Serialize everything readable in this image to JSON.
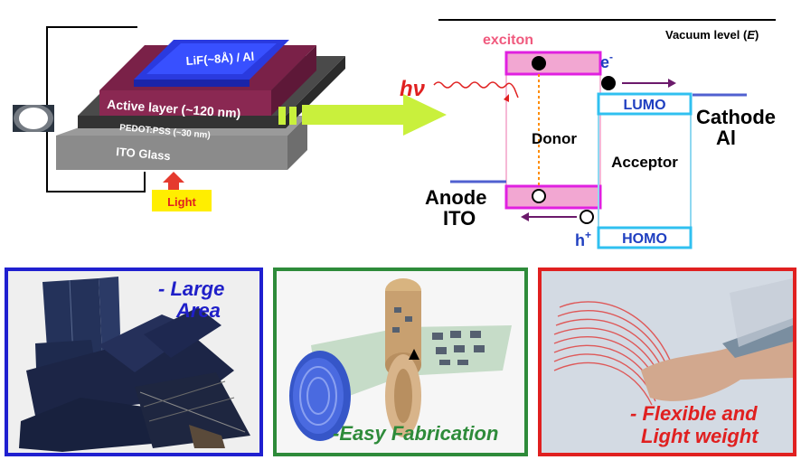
{
  "device": {
    "lif_label": "LiF(~8Å) / Al",
    "active_label": "Active layer (~120 nm)",
    "pedot_label": "PEDOT:PSS (~30 nm)",
    "ito_label": "ITO Glass",
    "light_label": "Light"
  },
  "energy": {
    "vacuum_prefix": "Vacuum level (",
    "vacuum_symbol": "E",
    "vacuum_suffix": ")",
    "exciton": "exciton",
    "hv": "hν",
    "electron": "e",
    "electron_sup": "-",
    "hole": "h",
    "hole_sup": "+",
    "lumo": "LUMO",
    "homo": "HOMO",
    "donor": "Donor",
    "acceptor": "Acceptor",
    "cathode": "Cathode",
    "cathode_material": "Al",
    "anode": "Anode",
    "anode_material": "ITO"
  },
  "panels": {
    "large_area": {
      "line1": "- Large",
      "line2": "Area",
      "color": "#1f1fc8"
    },
    "fabrication": {
      "label": "-Easy Fabrication",
      "color": "#2e8b3a"
    },
    "flexible": {
      "line1": "- Flexible and",
      "line2": "Light weight",
      "color": "#e02020"
    }
  }
}
